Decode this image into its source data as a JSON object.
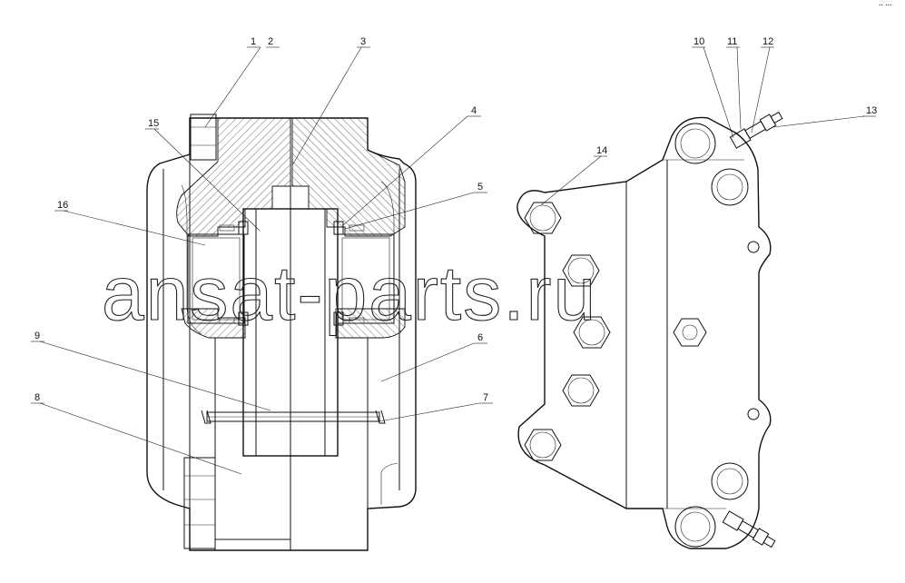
{
  "drawing": {
    "corner_mark": "•• •••",
    "watermark": "ansat-parts.ru",
    "callouts": {
      "c1": "1",
      "c2": "2",
      "c3": "3",
      "c4": "4",
      "c5": "5",
      "c6": "6",
      "c7": "7",
      "c8": "8",
      "c9": "9",
      "c10": "10",
      "c11": "11",
      "c12": "12",
      "c13": "13",
      "c14": "14",
      "c15": "15",
      "c16": "16"
    }
  }
}
